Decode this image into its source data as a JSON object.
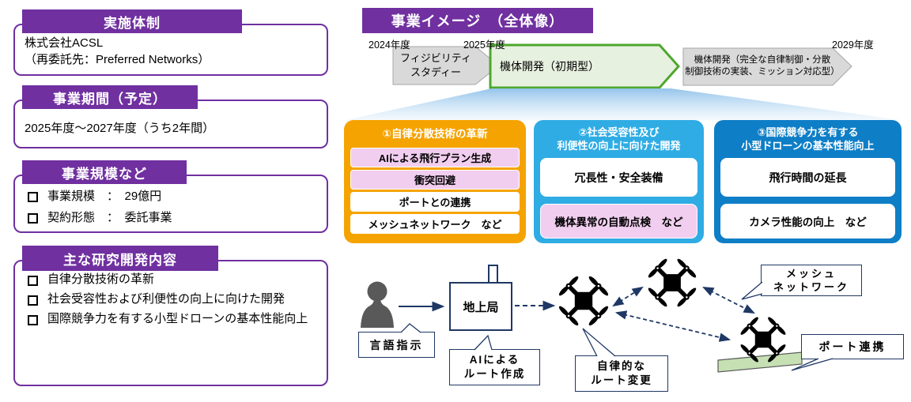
{
  "colors": {
    "purple": "#7030A0",
    "navy": "#1F3864",
    "orange_pillar": "#F5A300",
    "skyblue_pillar": "#2FACE4",
    "blue_pillar": "#0E7EC6",
    "pink_highlight": "#F1CEEF",
    "green_phase_border": "#4EA72E",
    "green_phase_fill": "#E7F1DF",
    "gray_phase_fill": "#D9D9D9",
    "platform_green": "#C6E0B4"
  },
  "left_panel": {
    "cards": [
      {
        "title": "実施体制",
        "body": "株式会社ACSL\n（再委託先：Preferred Networks）"
      },
      {
        "title": "事業期間（予定）",
        "body": "2025年度～2027年度（うち2年間）"
      },
      {
        "title": "事業規模など",
        "items": [
          "事業規模　：　29億円",
          "契約形態　：　委託事業"
        ]
      },
      {
        "title": "主な研究開発内容",
        "items": [
          "自律分散技術の革新",
          "社会受容性および利便性の向上に向けた開発",
          "国際競争力を有する小型ドローンの基本性能向上"
        ]
      }
    ]
  },
  "overview": {
    "title": "事業イメージ　（全体像）",
    "years": [
      "2024年度",
      "2025年度",
      "2029年度"
    ],
    "phases": [
      {
        "label": "フィジビリティ\nスタディー",
        "style": "gray"
      },
      {
        "label": "機体開発（初期型）",
        "style": "green"
      },
      {
        "label": "機体開発（完全な自律制御・分散\n制御技術の実装、ミッション対応型）",
        "style": "gray"
      }
    ],
    "pillars": [
      {
        "title": "①自律分散技術の革新",
        "items": [
          {
            "label": "AIによる飛行プラン生成",
            "highlight": true
          },
          {
            "label": "衝突回避",
            "highlight": true
          },
          {
            "label": "ポートとの連携",
            "highlight": false
          },
          {
            "label": "メッシュネットワーク　など",
            "highlight": false
          }
        ]
      },
      {
        "title": "②社会受容性及び\n利便性の向上に向けた開発",
        "items": [
          {
            "label": "冗長性・安全装備",
            "highlight": false
          },
          {
            "label": "機体異常の自動点検　など",
            "highlight": true
          }
        ]
      },
      {
        "title": "③国際競争力を有する\n小型ドローンの基本性能向上",
        "items": [
          {
            "label": "飛行時間の延長",
            "highlight": false
          },
          {
            "label": "カメラ性能の向上　など",
            "highlight": false
          }
        ]
      }
    ]
  },
  "diagram": {
    "ground_station": "地上局",
    "callouts": {
      "language_instruction": "言語指示",
      "ai_route": "AIによる\nルート作成",
      "autonomous_route": "自律的な\nルート変更",
      "mesh_network": "メッシュ\nネットワーク",
      "port_link": "ポート連携"
    }
  }
}
